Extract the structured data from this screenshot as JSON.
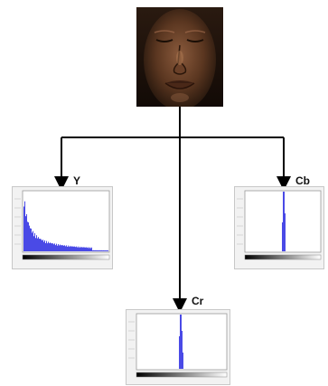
{
  "labels": {
    "y": "Y",
    "cb": "Cb",
    "cr": "Cr"
  },
  "histograms": [
    {
      "channel": "y",
      "shape": "decaying",
      "bar_color": "#4a4ae6"
    },
    {
      "channel": "cb",
      "shape": "narrow-spike",
      "bar_color": "#4a4ae6"
    },
    {
      "channel": "cr",
      "shape": "narrow-spike",
      "bar_color": "#4a4ae6"
    }
  ],
  "colors": {
    "arrow": "#000000",
    "hist_frame": "#c8c8c8",
    "hist_bar": "#4a4ae6",
    "face_bg": "#1a120c"
  },
  "icons": {
    "face": "portrait-photo"
  }
}
